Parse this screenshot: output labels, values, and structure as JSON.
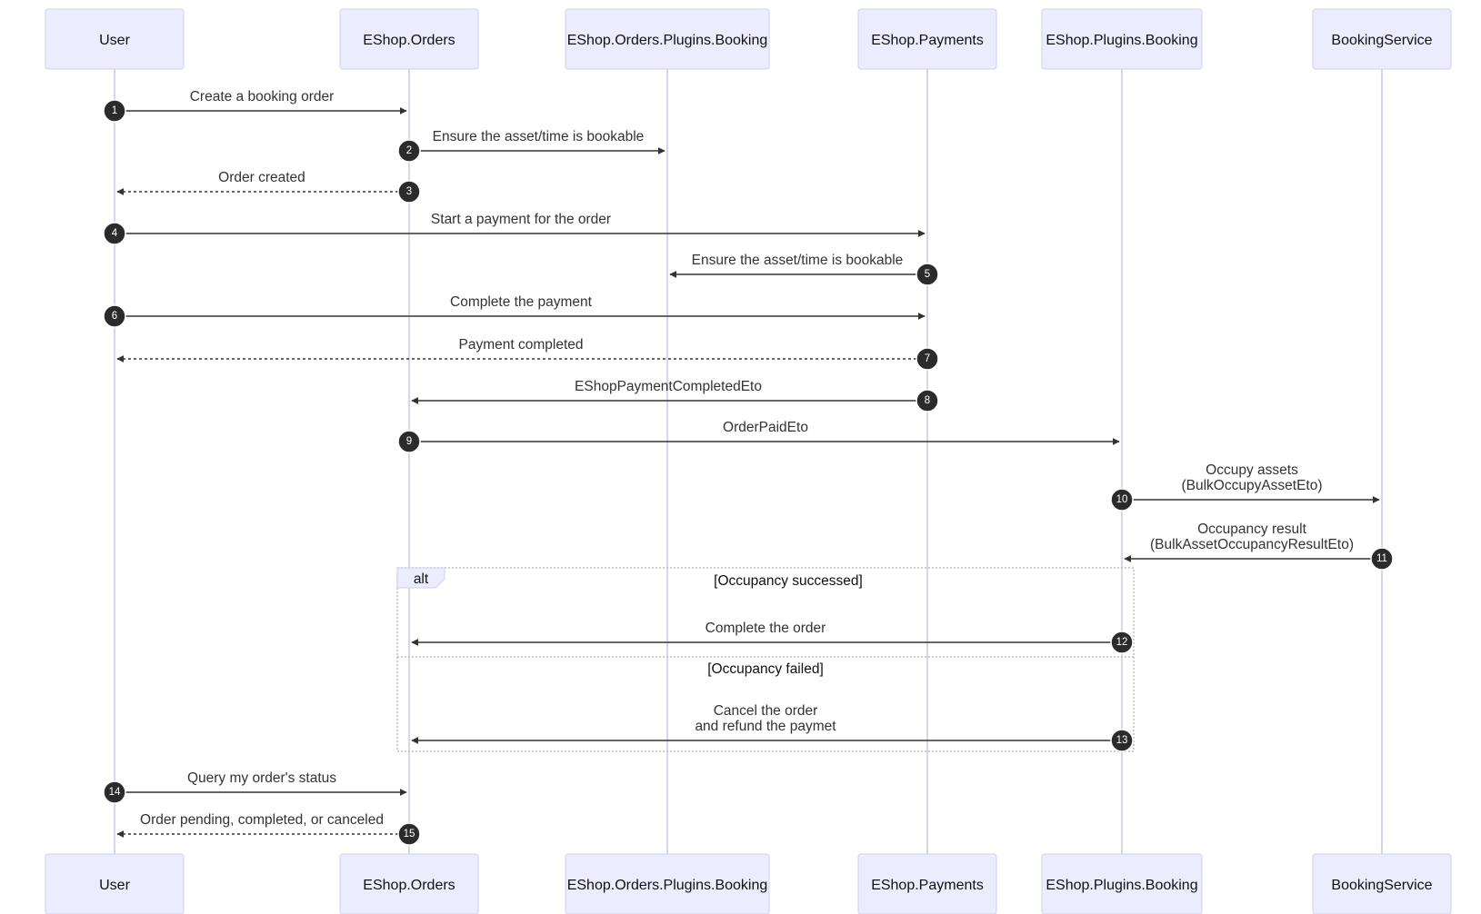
{
  "actors": [
    {
      "id": "user",
      "name": "User"
    },
    {
      "id": "orders",
      "name": "EShop.Orders"
    },
    {
      "id": "orders_booking",
      "name": "EShop.Orders.Plugins.Booking"
    },
    {
      "id": "payments",
      "name": "EShop.Payments"
    },
    {
      "id": "plugins_booking",
      "name": "EShop.Plugins.Booking"
    },
    {
      "id": "booking_service",
      "name": "BookingService"
    }
  ],
  "messages": [
    {
      "num": "1",
      "from": "user",
      "to": "orders",
      "style": "solid",
      "lines": [
        "Create a booking order"
      ]
    },
    {
      "num": "2",
      "from": "orders",
      "to": "orders_booking",
      "style": "solid",
      "lines": [
        "Ensure the asset/time is bookable"
      ]
    },
    {
      "num": "3",
      "from": "orders",
      "to": "user",
      "style": "dashed",
      "lines": [
        "Order created"
      ]
    },
    {
      "num": "4",
      "from": "user",
      "to": "payments",
      "style": "solid",
      "lines": [
        "Start a payment for the order"
      ]
    },
    {
      "num": "5",
      "from": "payments",
      "to": "orders_booking",
      "style": "solid",
      "lines": [
        "Ensure the asset/time is bookable"
      ]
    },
    {
      "num": "6",
      "from": "user",
      "to": "payments",
      "style": "solid",
      "lines": [
        "Complete the payment"
      ]
    },
    {
      "num": "7",
      "from": "payments",
      "to": "user",
      "style": "dashed",
      "lines": [
        "Payment completed"
      ]
    },
    {
      "num": "8",
      "from": "payments",
      "to": "orders",
      "style": "solid",
      "lines": [
        "EShopPaymentCompletedEto"
      ]
    },
    {
      "num": "9",
      "from": "orders",
      "to": "plugins_booking",
      "style": "solid",
      "lines": [
        "OrderPaidEto"
      ]
    },
    {
      "num": "10",
      "from": "plugins_booking",
      "to": "booking_service",
      "style": "solid",
      "lines": [
        "Occupy assets",
        "(BulkOccupyAssetEto)"
      ]
    },
    {
      "num": "11",
      "from": "booking_service",
      "to": "plugins_booking",
      "style": "solid",
      "lines": [
        "Occupancy result",
        "(BulkAssetOccupancyResultEto)"
      ]
    },
    {
      "num": "12",
      "from": "plugins_booking",
      "to": "orders",
      "style": "solid",
      "lines": [
        "Complete the order"
      ]
    },
    {
      "num": "13",
      "from": "plugins_booking",
      "to": "orders",
      "style": "solid",
      "lines": [
        "Cancel the order",
        "and refund the paymet"
      ]
    },
    {
      "num": "14",
      "from": "user",
      "to": "orders",
      "style": "solid",
      "lines": [
        "Query my order's status"
      ]
    },
    {
      "num": "15",
      "from": "orders",
      "to": "user",
      "style": "dashed",
      "lines": [
        "Order pending, completed, or canceled"
      ]
    }
  ],
  "fragment": {
    "type": "alt",
    "sections": [
      {
        "condition": "[Occupancy successed]"
      },
      {
        "condition": "[Occupancy failed]"
      }
    ]
  },
  "colors": {
    "actor_fill": "#ececff",
    "actor_border": "#cfcfef",
    "lifeline": "#d6d6ee",
    "message": "#333333",
    "sequence_badge": "#2b2b2b"
  }
}
